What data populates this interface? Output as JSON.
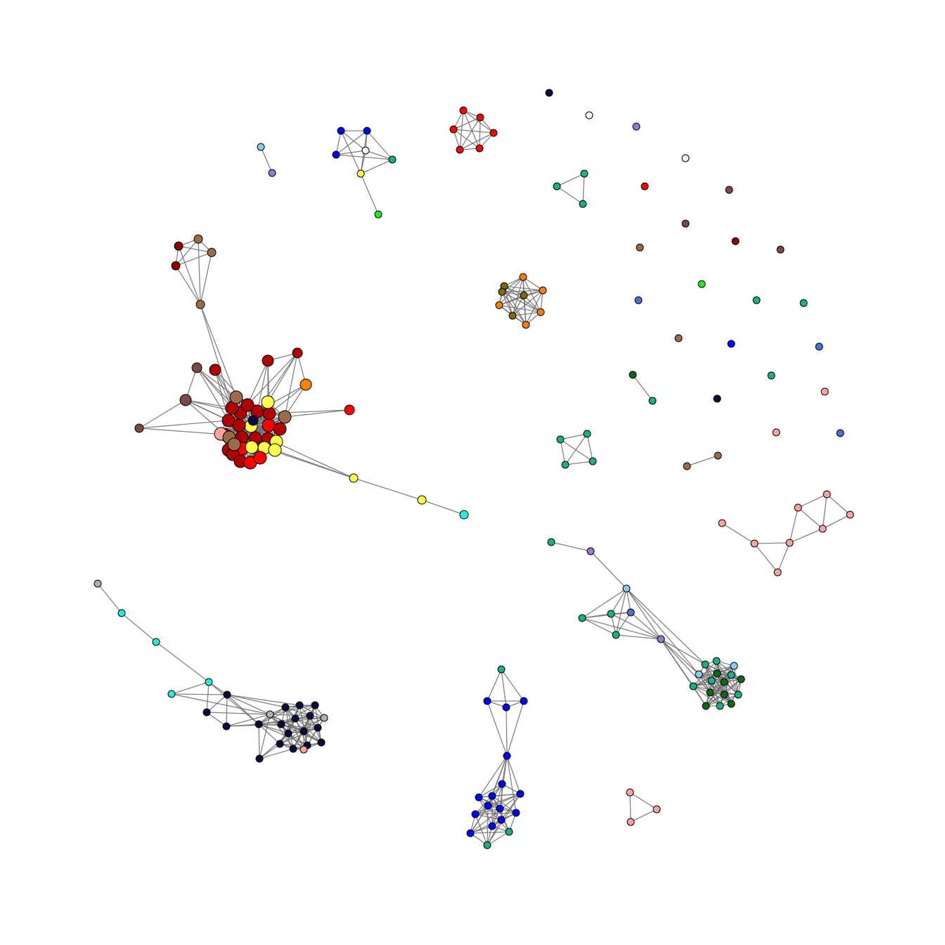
{
  "colors": {
    "background": "#ffffff",
    "edge": "#6e6e6e",
    "node_outline": "#000000",
    "red": "#ff0000",
    "dark_red": "#b00000",
    "maroon": "#8b0000",
    "yellow": "#ffff4d",
    "brown": "#9c6b4a",
    "dark_brown": "#7a4a45",
    "orange": "#ff7f00",
    "olive": "#7a6a10",
    "blue": "#0000ff",
    "royal_blue": "#4f6fd8",
    "navy": "#0b0b3b",
    "teal": "#17b087",
    "dark_green": "#0a6a1a",
    "green": "#22ee22",
    "cyan": "#22eedd",
    "light_blue": "#87ceeb",
    "purple": "#9a7ad0",
    "pink": "#ffa3a3",
    "grey": "#b0b0b0",
    "white": "#ffffff"
  },
  "graph": {
    "type": "network",
    "components": [
      {
        "id": "big-red-cluster",
        "main_color": "dark_red",
        "colors_present": [
          "dark_red",
          "red",
          "maroon",
          "yellow",
          "brown",
          "dark_brown",
          "orange",
          "pink"
        ]
      },
      {
        "id": "navy-cluster",
        "main_color": "navy",
        "colors_present": [
          "navy",
          "cyan",
          "grey",
          "pink"
        ]
      },
      {
        "id": "blue-cluster",
        "main_color": "blue",
        "colors_present": [
          "blue",
          "teal"
        ]
      },
      {
        "id": "teal-green-cluster",
        "main_color": "teal",
        "colors_present": [
          "teal",
          "dark_green",
          "light_blue",
          "purple",
          "royal_blue"
        ]
      },
      {
        "id": "pink-chain",
        "main_color": "pink",
        "colors_present": [
          "pink"
        ]
      },
      {
        "id": "orange-olive-clique",
        "main_color": "orange",
        "colors_present": [
          "orange",
          "olive"
        ]
      },
      {
        "id": "red-clique",
        "main_color": "red",
        "colors_present": [
          "red"
        ]
      },
      {
        "id": "blue-white-yellow-group",
        "main_color": "blue",
        "colors_present": [
          "blue",
          "white",
          "yellow",
          "teal",
          "green"
        ]
      },
      {
        "id": "teal-triangle",
        "main_color": "teal",
        "colors_present": [
          "teal"
        ]
      },
      {
        "id": "teal-square",
        "main_color": "teal",
        "colors_present": [
          "teal"
        ]
      },
      {
        "id": "pink-triangle",
        "main_color": "pink",
        "colors_present": [
          "pink"
        ]
      },
      {
        "id": "isolated-nodes",
        "main_color": "mixed",
        "colors_present": [
          "navy",
          "white",
          "purple",
          "red",
          "dark_brown",
          "maroon",
          "green",
          "teal",
          "royal_blue",
          "blue",
          "pink",
          "brown"
        ]
      }
    ]
  }
}
